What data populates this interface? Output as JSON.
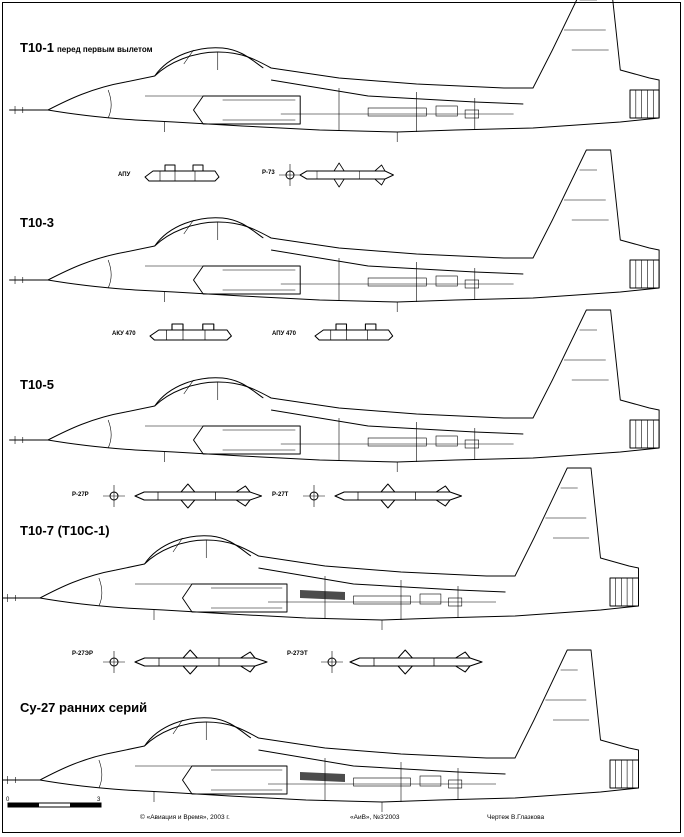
{
  "aircraft": [
    {
      "name": "T10-1",
      "note": "перед первым вылетом"
    },
    {
      "name": "T10-3",
      "note": ""
    },
    {
      "name": "T10-5",
      "note": ""
    },
    {
      "name": "T10-7 (T10С-1)",
      "note": ""
    },
    {
      "name": "Су-27 ранних серий",
      "note": ""
    }
  ],
  "weapons": {
    "row1": [
      "АПУ",
      "Р-73"
    ],
    "row2": [
      "АКУ 470",
      "АПУ 470"
    ],
    "row3": [
      "Р-27Р",
      "Р-27Т"
    ],
    "row4": [
      "Р-27ЭР",
      "Р-27ЭТ"
    ]
  },
  "scale": {
    "min": "0",
    "max": "3"
  },
  "footer": {
    "copyright": "© «Авиация и Время», 2003 г.",
    "issue": "«АиВ», №3'2003",
    "author": "Чертеж В.Глазкова"
  }
}
